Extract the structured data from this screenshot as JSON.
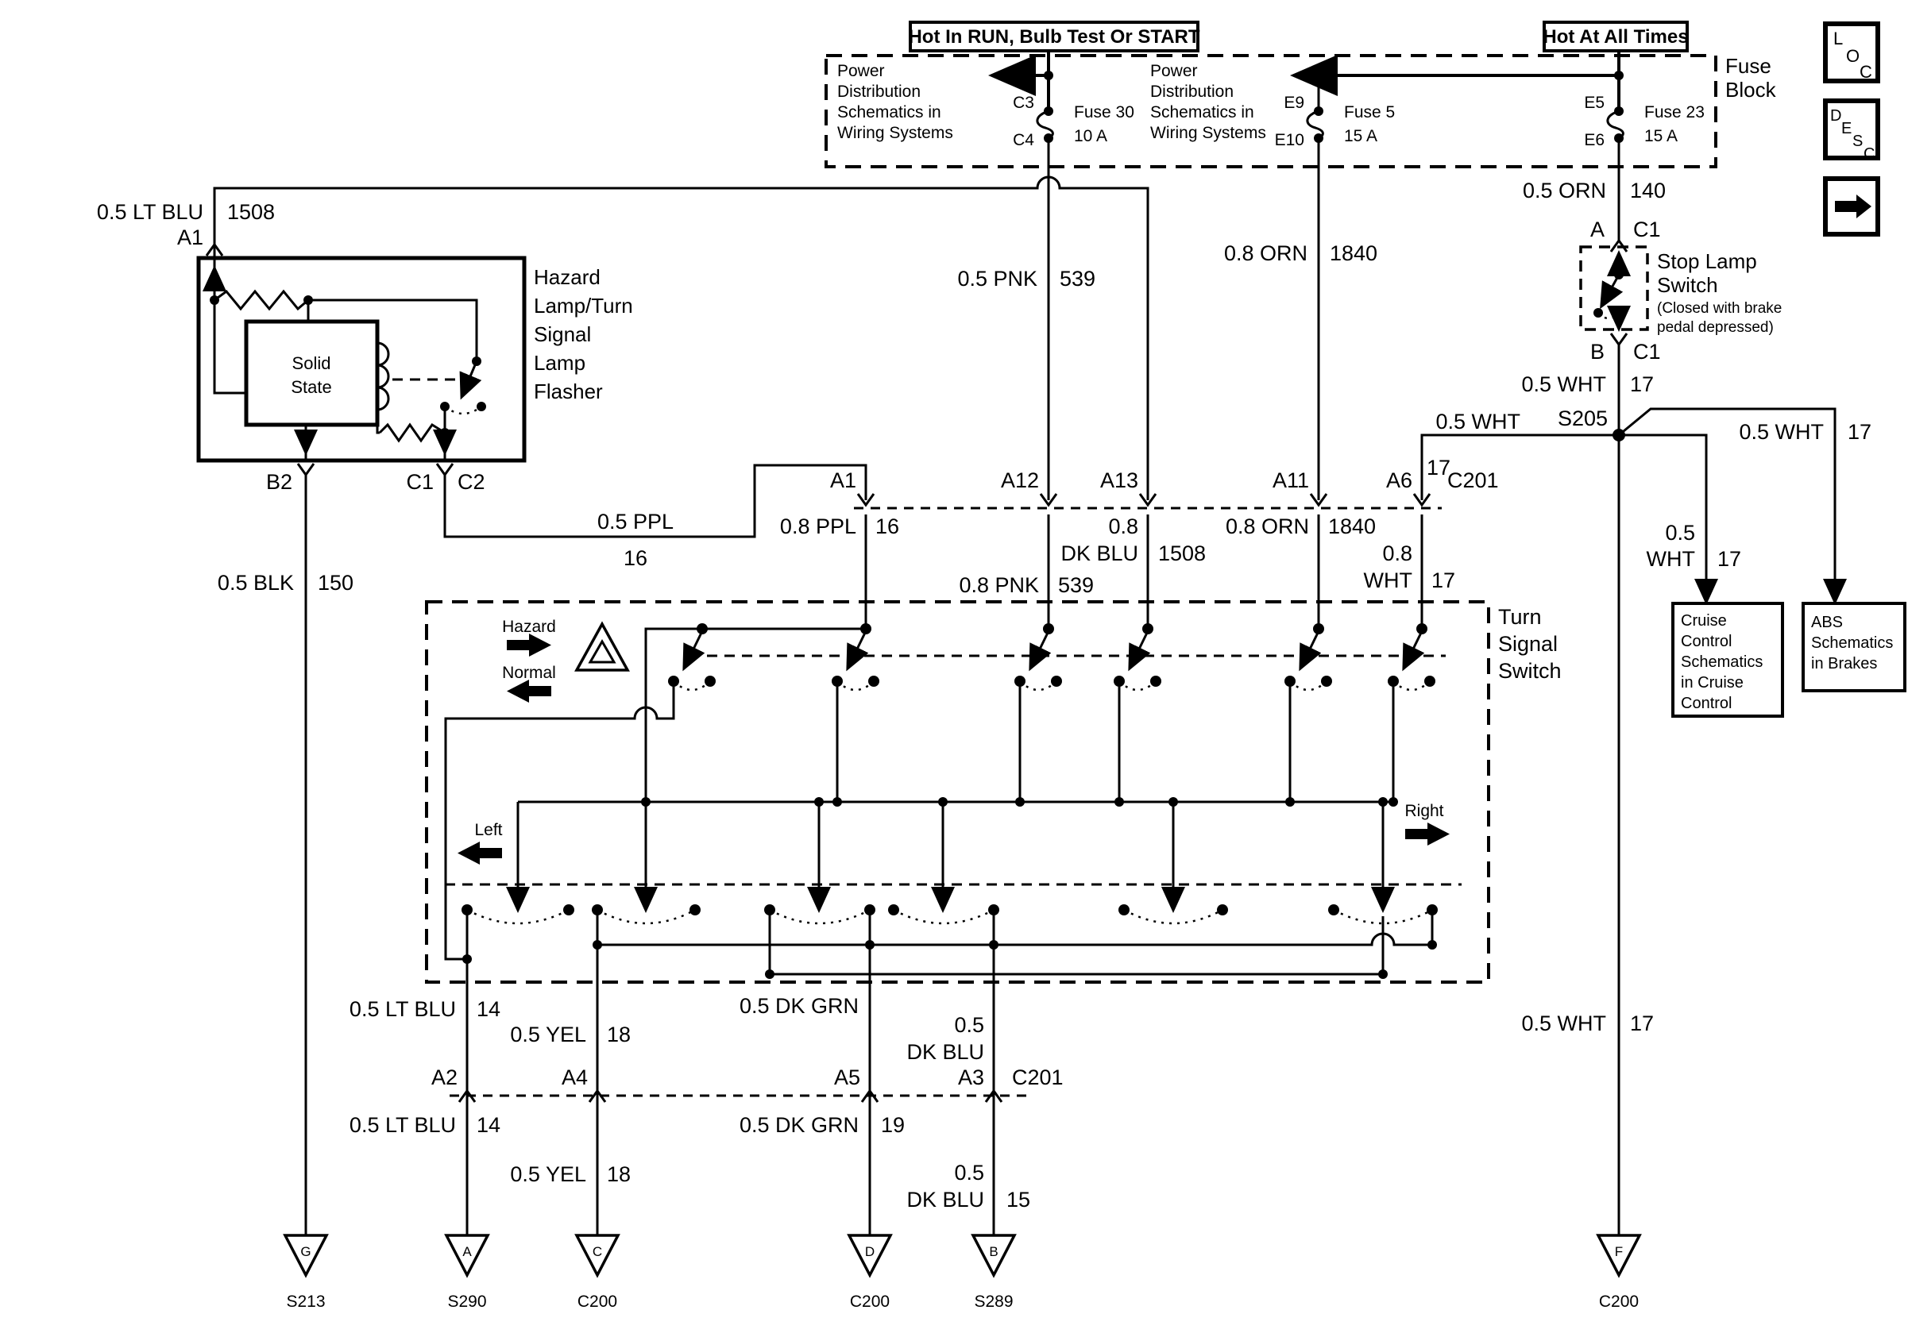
{
  "header": {
    "hot_in_run": "Hot In RUN, Bulb Test Or START",
    "hot_at_all_times": "Hot At All Times",
    "fuse_block": [
      "Fuse",
      "Block"
    ],
    "power_distribution": [
      "Power",
      "Distribution",
      "Schematics in",
      "Wiring Systems"
    ],
    "fuses": [
      {
        "pin_top": "C3",
        "pin_bottom": "C4",
        "name": "Fuse 30",
        "rating": "10 A"
      },
      {
        "pin_top": "E9",
        "pin_bottom": "E10",
        "name": "Fuse 5",
        "rating": "15 A"
      },
      {
        "pin_top": "E5",
        "pin_bottom": "E6",
        "name": "Fuse 23",
        "rating": "15 A"
      }
    ]
  },
  "side_buttons": {
    "loc": [
      "L",
      "O",
      "C"
    ],
    "desc": [
      "D",
      "E",
      "S",
      "C"
    ]
  },
  "flasher": {
    "title": [
      "Hazard",
      "Lamp/Turn",
      "Signal",
      "Lamp",
      "Flasher"
    ],
    "solid_state": [
      "Solid",
      "State"
    ],
    "pin_in": "A1",
    "pin_b2": "B2",
    "pin_c1": "C1",
    "pin_c2": "C2"
  },
  "stop_lamp_switch": {
    "pin_a": "A",
    "pin_b": "B",
    "conn": "C1",
    "title": [
      "Stop Lamp",
      "Switch"
    ],
    "note": [
      "(Closed with brake",
      "pedal depressed)"
    ]
  },
  "splice": "S205",
  "ref_boxes": {
    "cruise": [
      "Cruise",
      "Control",
      "Schematics",
      "in Cruise",
      "Control"
    ],
    "abs": [
      "ABS",
      "Schematics",
      "in Brakes"
    ]
  },
  "turn_signal_switch": {
    "title": [
      "Turn",
      "Signal",
      "Switch"
    ],
    "hazard": "Hazard",
    "normal": "Normal",
    "left": "Left",
    "right": "Right"
  },
  "conn_row_top": {
    "pins": [
      "A1",
      "A12",
      "A13",
      "A11",
      "A6"
    ],
    "name": "C201"
  },
  "conn_row_bottom": {
    "pins": [
      "A2",
      "A4",
      "A5",
      "A3"
    ],
    "name": "C201"
  },
  "grounds": [
    {
      "pin": "G",
      "name": "S213"
    },
    {
      "pin": "A",
      "name": "S290"
    },
    {
      "pin": "C",
      "name": "C200"
    },
    {
      "pin": "D",
      "name": "C200"
    },
    {
      "pin": "B",
      "name": "S289"
    },
    {
      "pin": "F",
      "name": "C200"
    }
  ],
  "wires": {
    "lt_blu_top": {
      "gauge": "0.5 LT BLU",
      "circuit": "1508"
    },
    "pnk_top": {
      "gauge": "0.5 PNK",
      "circuit": "539"
    },
    "orn_top": {
      "gauge": "0.8 ORN",
      "circuit": "1840"
    },
    "orn_right": {
      "gauge": "0.5 ORN",
      "circuit": "140"
    },
    "blk": {
      "gauge": "0.5 BLK",
      "circuit": "150"
    },
    "ppl": {
      "gauge": "0.5 PPL",
      "circuit": "16"
    },
    "ppl_08": {
      "gauge": "0.8 PPL",
      "circuit": "16"
    },
    "pnk_08": {
      "gauge": "0.8 PNK",
      "circuit": "539"
    },
    "dk_blu_08": {
      "gauge_1": "0.8",
      "gauge_2": "DK BLU",
      "circuit": "1508"
    },
    "orn_08": {
      "gauge": "0.8 ORN",
      "circuit": "1840"
    },
    "wht_08": {
      "gauge_1": "0.8",
      "gauge_2": "WHT",
      "circuit": "17"
    },
    "wht_b": {
      "gauge": "0.5 WHT",
      "circuit": "17"
    },
    "wht_s205": {
      "gauge": "0.5 WHT",
      "circuit": "17"
    },
    "wht_abs": {
      "gauge": "0.5 WHT",
      "circuit": "17"
    },
    "wht_cruise": {
      "gauge_1": "0.5",
      "gauge_2": "WHT",
      "circuit": "17"
    },
    "wht_main": {
      "gauge": "0.5 WHT",
      "circuit": "17"
    },
    "lt_blu_a2": {
      "gauge": "0.5 LT BLU",
      "circuit": "14"
    },
    "yel_a4": {
      "gauge": "0.5 YEL",
      "circuit": "18"
    },
    "dk_grn_a5": {
      "gauge": "0.5 DK GRN"
    },
    "dk_blu_a3": {
      "gauge_1": "0.5",
      "gauge_2": "DK BLU"
    },
    "lt_blu_out": {
      "gauge": "0.5 LT BLU",
      "circuit": "14"
    },
    "dk_grn_out": {
      "gauge": "0.5 DK GRN",
      "circuit": "19"
    },
    "yel_out": {
      "gauge": "0.5 YEL",
      "circuit": "18"
    },
    "dk_blu_out": {
      "gauge_1": "0.5",
      "gauge_2": "DK BLU",
      "circuit": "15"
    }
  }
}
